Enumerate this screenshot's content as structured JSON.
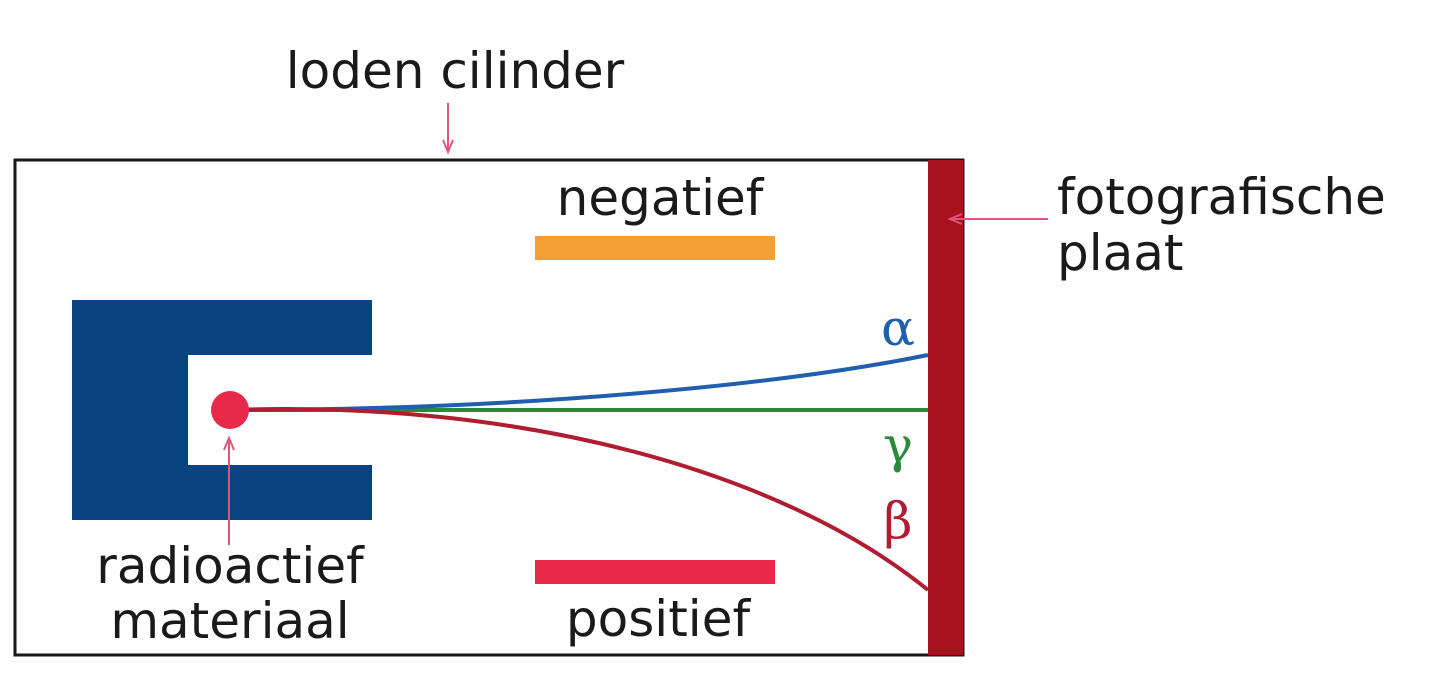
{
  "labels": {
    "lead_cylinder": "loden cilinder",
    "photographic_plate_line1": "fotografische",
    "photographic_plate_line2": "plaat",
    "negative_plate": "negatief",
    "positive_plate": "positief",
    "source_line1": "radioactief",
    "source_line2": "materiaal"
  },
  "rays": [
    {
      "symbol": "α",
      "color": "#1f5fae"
    },
    {
      "symbol": "γ",
      "color": "#2a8a3a"
    },
    {
      "symbol": "β",
      "color": "#b01c30"
    }
  ],
  "colors": {
    "lead_block": "#0a4480",
    "source": "#e8294a",
    "photographic_plate": "#a8121f",
    "negative_plate": "#f5a033",
    "positive_plate": "#e8294a",
    "pointer": "#e0567a",
    "outline": "#1a1a1a"
  }
}
